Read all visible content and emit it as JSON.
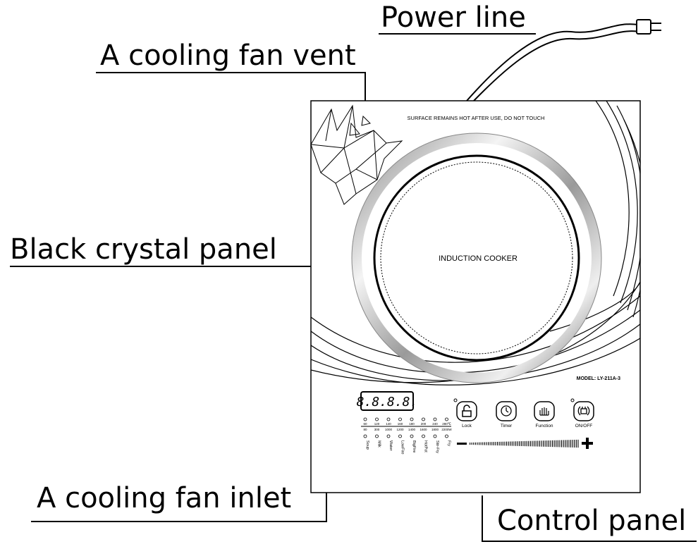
{
  "callouts": {
    "power_line": "Power line",
    "fan_vent": "A cooling fan vent",
    "crystal_panel": "Black crystal panel",
    "fan_inlet": "A cooling fan inlet",
    "control_panel": "Control panel"
  },
  "cooker": {
    "warning": "SURFACE REMAINS HOT AFTER USE, DO NOT TOUCH",
    "center_label": "INDUCTION COOKER",
    "model": "MODEL: LY-211A-3",
    "display": "8.8.8.8.",
    "buttons": [
      {
        "label": "Lock",
        "icon": "lock-icon"
      },
      {
        "label": "Timer",
        "icon": "clock-icon"
      },
      {
        "label": "Function",
        "icon": "hand-icon"
      },
      {
        "label": "ON/OFF",
        "icon": "power-plug-icon"
      }
    ],
    "power_scale": {
      "temps": [
        "60",
        "120",
        "140",
        "160",
        "180",
        "200",
        "240",
        "280℃"
      ],
      "watts": [
        "80",
        "300",
        "1000",
        "1200",
        "1400",
        "1600",
        "1800",
        "2200W"
      ]
    },
    "modes": [
      "Soup",
      "Milk",
      "Water",
      "LowFire",
      "BigFire",
      "HotPot",
      "Stir-Fry",
      "Fry"
    ],
    "slider_minus": "−",
    "slider_plus": "+"
  },
  "colors": {
    "line": "#000000",
    "ring_light": "#d9d9d9",
    "ring_dark": "#7a7a7a"
  }
}
